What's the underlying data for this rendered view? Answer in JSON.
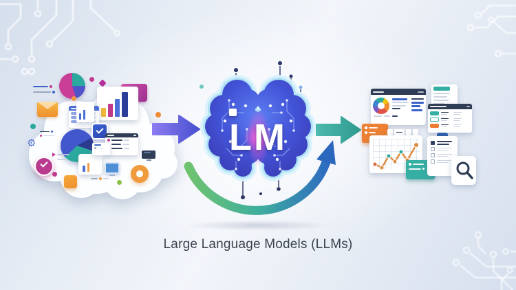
{
  "caption": "Large Language Models (LLMs)",
  "brain": {
    "label": "LM"
  },
  "arrows": {
    "input": "right",
    "output": "right",
    "cycle": "loop-up-right"
  },
  "palette": {
    "background": "#e7edf5",
    "brain_fill": "#4052d4",
    "brain_glow": "#c9ecfb",
    "pink_glow": "#f763de",
    "input_arrow": "#6a63e0",
    "output_arrow": "#3aa99c",
    "cycle_start": "#6fc36f",
    "cycle_end": "#2e6cc0",
    "magenta": "#c23a90",
    "teal": "#2ea99d",
    "blue": "#4a6fd8",
    "navy": "#2e3c55",
    "orange": "#ef8b33",
    "yellow": "#f2b63c",
    "green": "#8bc34a",
    "caption_color": "#3c434e"
  },
  "input_cloud_icons": [
    "pie-chart-small",
    "magenta-dot",
    "magenta-diamond",
    "message-bubble",
    "sliders",
    "bar-chart-card",
    "spreadsheet-card",
    "envelope",
    "signal-bars",
    "orange-dot",
    "teal-dot",
    "check-square",
    "pie-chart-large",
    "list-card",
    "gear",
    "slider-small",
    "pencil-notes",
    "check-circle",
    "orange-square",
    "mini-bar-card",
    "delivery-card",
    "monitor-blue",
    "monitor-dark",
    "donut-orange",
    "slider-tiny",
    "green-dot"
  ],
  "output_items": [
    "analytics-dashboard-card",
    "document-card",
    "report-card",
    "orange-label",
    "pagination",
    "line-chart-card",
    "teal-label",
    "clipboard-checklist",
    "search-card"
  ]
}
